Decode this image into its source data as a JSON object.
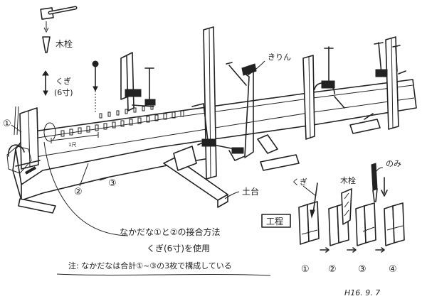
{
  "labels": {
    "nail_top": "木栓",
    "nail_left": "くぎ",
    "nail_size": "(6寸)",
    "kirin": "きりん",
    "dodai": "土台",
    "nomi": "のみ",
    "kugi_small": "くぎ",
    "mokusen_small": "木栓",
    "process_title": "工程",
    "main_note_line1": "なかだな①と②の接合方法",
    "main_note_line2": "くぎ(6寸)を使用",
    "footnote": "注: なかだなは合計①~③の3枚で構成している",
    "date": "H16. 9. 7"
  },
  "markers": {
    "one": "①",
    "two": "②",
    "three": "③",
    "dim": "1尺"
  },
  "steps": [
    "①",
    "②",
    "③",
    "④"
  ]
}
